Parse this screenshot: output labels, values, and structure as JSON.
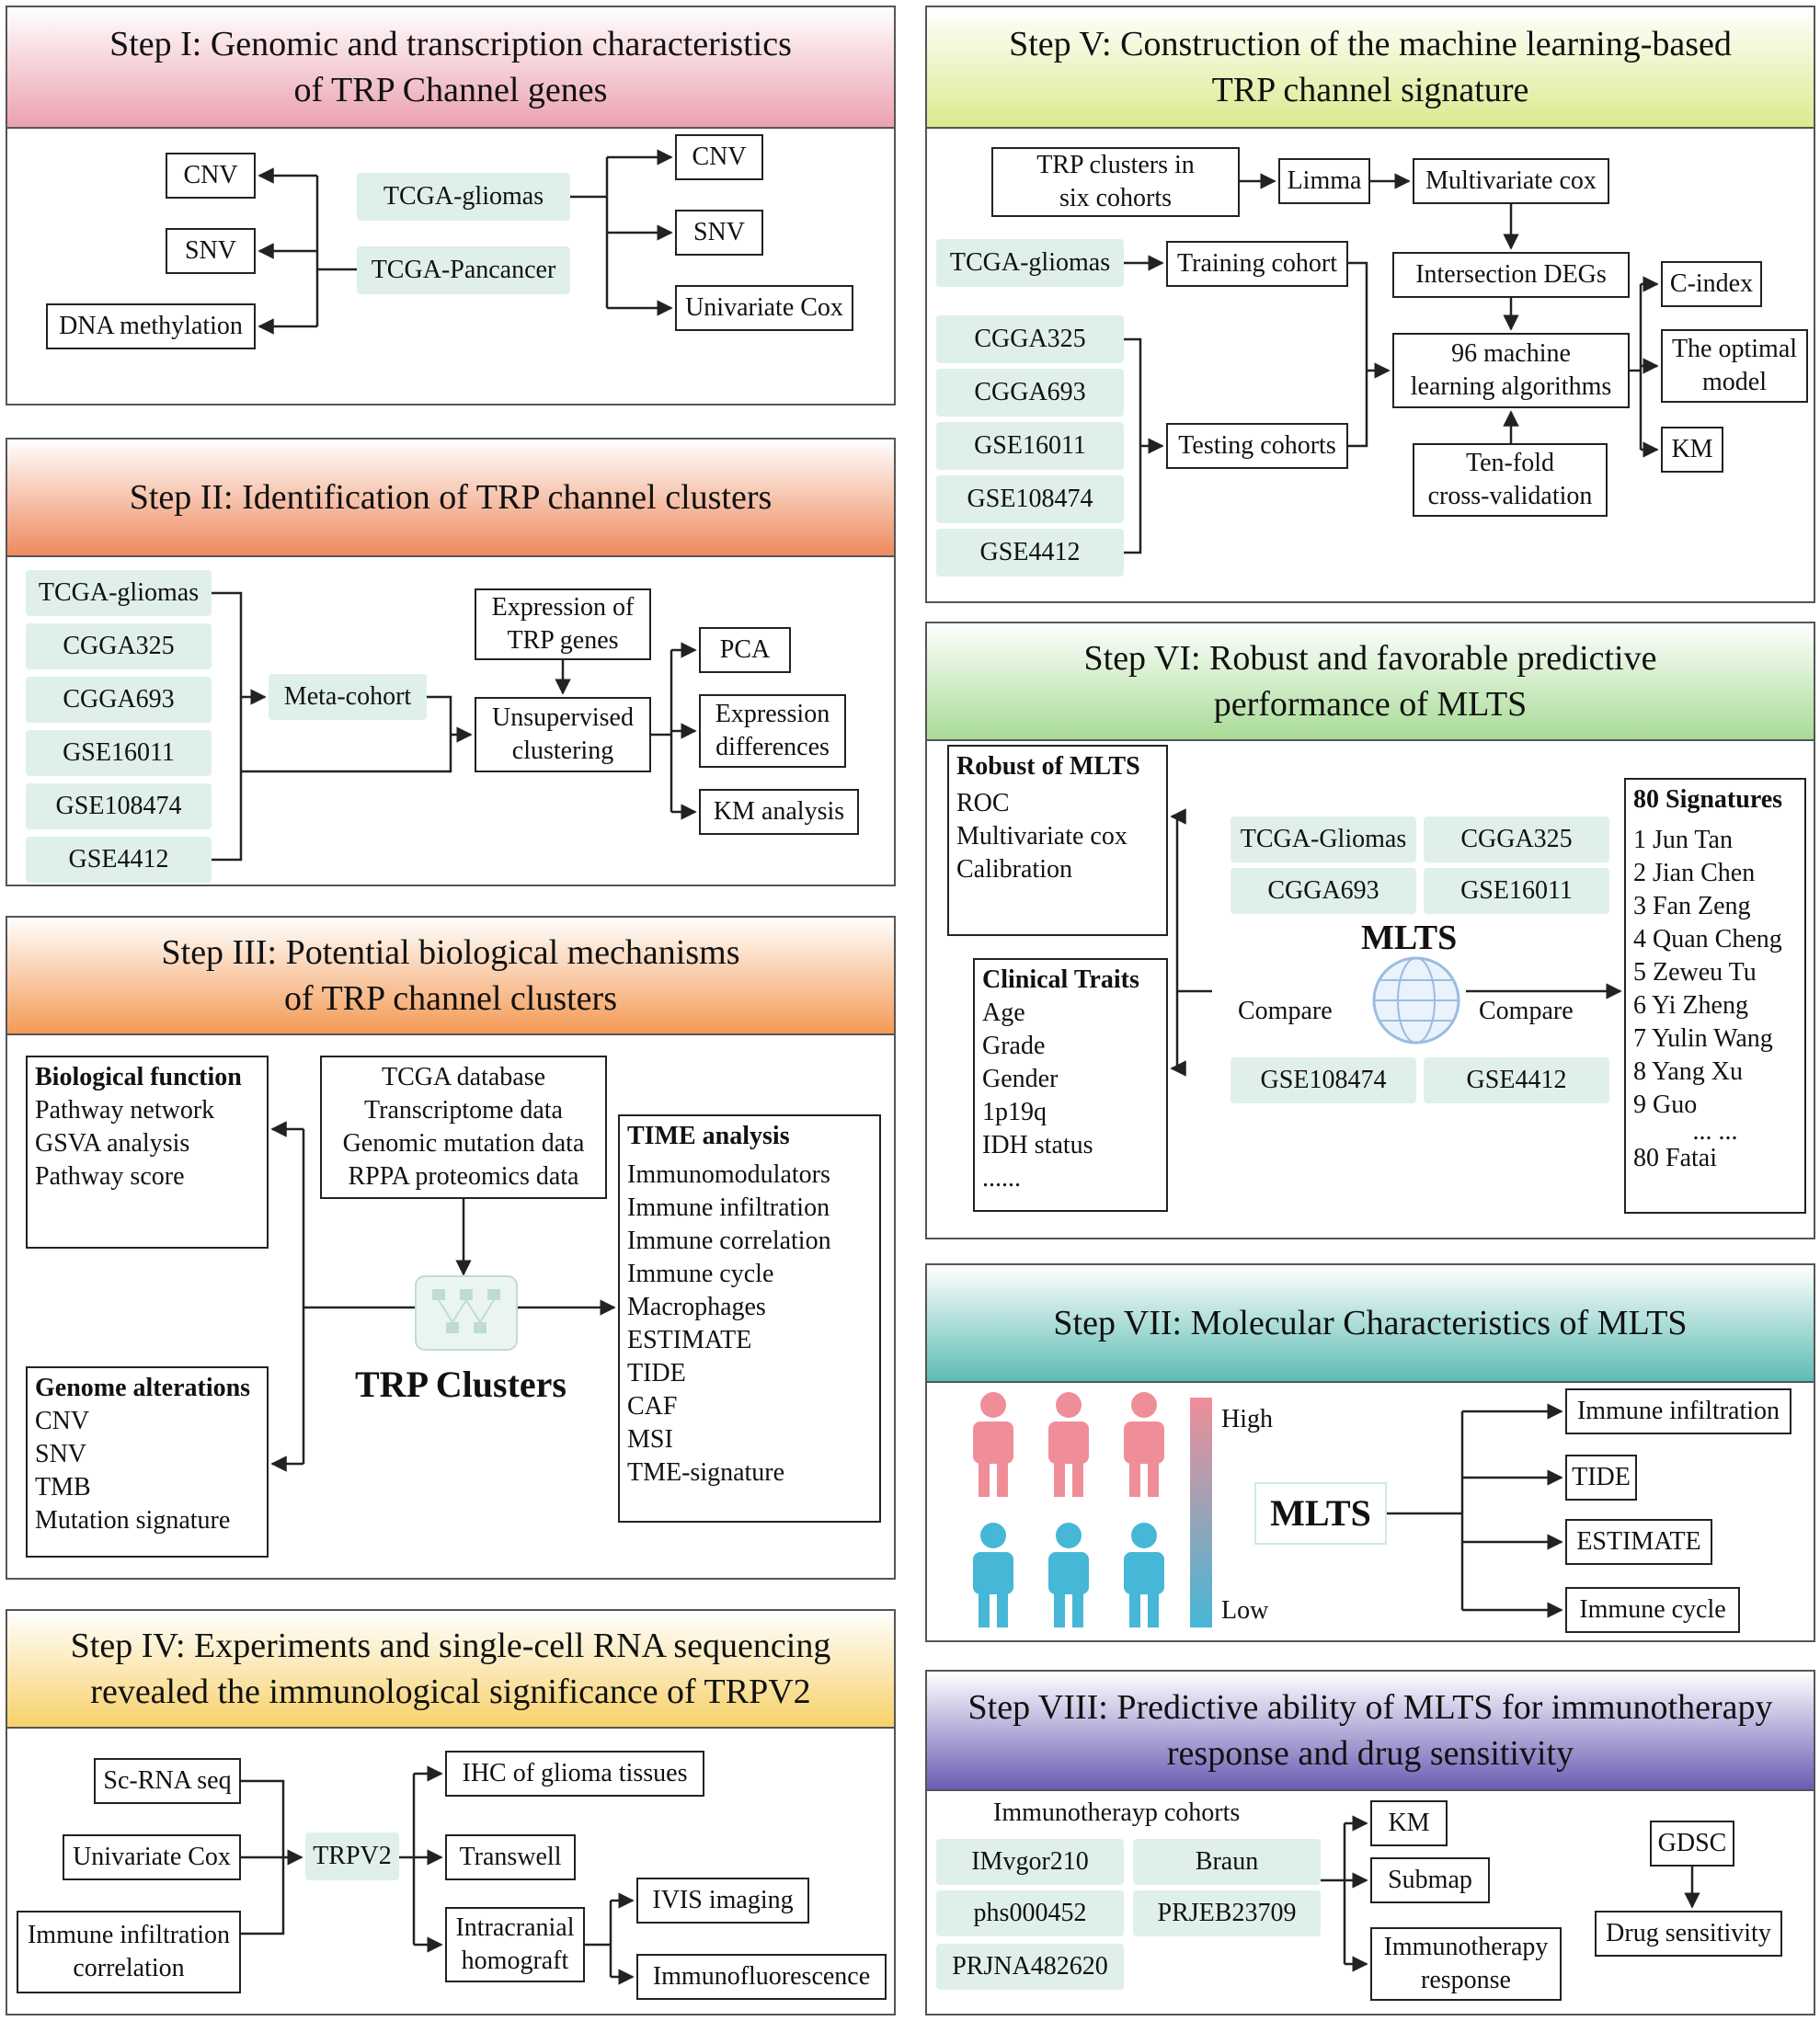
{
  "colors": {
    "s1": "#d2546e",
    "s2": "#e7553a",
    "s3": "#f39a52",
    "s4": "#f6cc55",
    "s5": "#cfe67a",
    "s6": "#88cc80",
    "s7": "#40aaa2",
    "s8": "#5c4ea6",
    "green_box": "#dff0e9",
    "person_high": "#ef8e98",
    "person_low": "#46b7d6"
  },
  "step1": {
    "title": "Step I: Genomic and transcription characteristics\nof TRP Channel genes",
    "left": [
      "CNV",
      "SNV",
      "DNA methylation"
    ],
    "center": [
      "TCGA-gliomas",
      "TCGA-Pancancer"
    ],
    "right": [
      "CNV",
      "SNV",
      "Univariate Cox"
    ]
  },
  "step2": {
    "title": "Step II: Identification of TRP channel clusters",
    "cohorts": [
      "TCGA-gliomas",
      "CGGA325",
      "CGGA693",
      "GSE16011",
      "GSE108474",
      "GSE4412"
    ],
    "meta": "Meta-cohort",
    "expression": "Expression of\nTRP genes",
    "clustering": "Unsupervised\nclustering",
    "outputs": [
      "PCA",
      "Expression\ndifferences",
      "KM analysis"
    ]
  },
  "step3": {
    "title": "Step III: Potential biological mechanisms\nof TRP channel clusters",
    "bio": {
      "title": "Biological function",
      "items": [
        "Pathway network",
        "GSVA analysis",
        "Pathway score"
      ]
    },
    "genome": {
      "title": "Genome alterations",
      "items": [
        "CNV",
        "SNV",
        "TMB",
        "Mutation signature"
      ]
    },
    "tcga": [
      "TCGA database",
      "Transcriptome data",
      "Genomic mutation data",
      "RPPA proteomics data"
    ],
    "center_label": "TRP Clusters",
    "time": {
      "title": "TIME analysis",
      "items": [
        "Immunomodulators",
        "Immune infiltration",
        "Immune correlation",
        "Immune cycle",
        "Macrophages",
        "ESTIMATE",
        "TIDE",
        "CAF",
        "MSI",
        "TME-signature"
      ]
    }
  },
  "step4": {
    "title": "Step IV: Experiments and single-cell RNA sequencing\nrevealed the immunological significance of TRPV2",
    "inputs": [
      "Sc-RNA seq",
      "Univariate Cox",
      "Immune infiltration\ncorrelation"
    ],
    "center": "TRPV2",
    "outputs": [
      "IHC of glioma tissues",
      "Transwell",
      "Intracranial\nhomograft"
    ],
    "sub": [
      "IVIS imaging",
      "Immunofluorescence"
    ]
  },
  "step5": {
    "title": "Step V: Construction of the machine learning-based\nTRP channel signature",
    "clusters": "TRP clusters in\nsix cohorts",
    "limma": "Limma",
    "mcox": "Multivariate cox",
    "tcga": "TCGA-gliomas",
    "training": "Training cohort",
    "testing_sets": [
      "CGGA325",
      "CGGA693",
      "GSE16011",
      "GSE108474",
      "GSE4412"
    ],
    "testing": "Testing cohorts",
    "intersect": "Intersection DEGs",
    "ml": "96 machine\nlearning algorithms",
    "tenfold": "Ten-fold\ncross-validation",
    "outputs": [
      "C-index",
      "The optimal\nmodel",
      "KM"
    ]
  },
  "step6": {
    "title": "Step VI: Robust and favorable predictive\nperformance of MLTS",
    "robust": {
      "title": "Robust of MLTS",
      "items": [
        "ROC",
        "Multivariate cox",
        "Calibration"
      ]
    },
    "clinical": {
      "title": "Clinical Traits",
      "items": [
        "Age",
        "Grade",
        "Gender",
        "1p19q",
        "IDH status",
        "......"
      ]
    },
    "cohorts_top": [
      "TCGA-Gliomas",
      "CGGA325",
      "CGGA693",
      "GSE16011"
    ],
    "cohorts_bottom": [
      "GSE108474",
      "GSE4412"
    ],
    "center": "MLTS",
    "compare": "Compare",
    "sigs": {
      "title": "80 Signatures",
      "items": [
        "1 Jun Tan",
        "2 Jian Chen",
        "3 Fan Zeng",
        "4 Quan Cheng",
        "5 Zeweu Tu",
        "6 Yi Zheng",
        "7 Yulin Wang",
        "8 Yang Xu",
        "9 Guo",
        "... ...",
        "80 Fatai"
      ]
    }
  },
  "step7": {
    "title": "Step VII: Molecular Characteristics of MLTS",
    "high": "High",
    "low": "Low",
    "center": "MLTS",
    "outputs": [
      "Immune infiltration",
      "TIDE",
      "ESTIMATE",
      "Immune cycle"
    ]
  },
  "step8": {
    "title": "Step VIII: Predictive ability of MLTS for immunotherapy\nresponse and drug sensitivity",
    "cohorts_label": "Immunotherayp cohorts",
    "cohorts": [
      "IMvgor210",
      "Braun",
      "phs000452",
      "PRJEB23709",
      "PRJNA482620"
    ],
    "outputs": [
      "KM",
      "Submap",
      "Immunotherapy\nresponse"
    ],
    "gdsc": "GDSC",
    "drug": "Drug sensitivity"
  }
}
